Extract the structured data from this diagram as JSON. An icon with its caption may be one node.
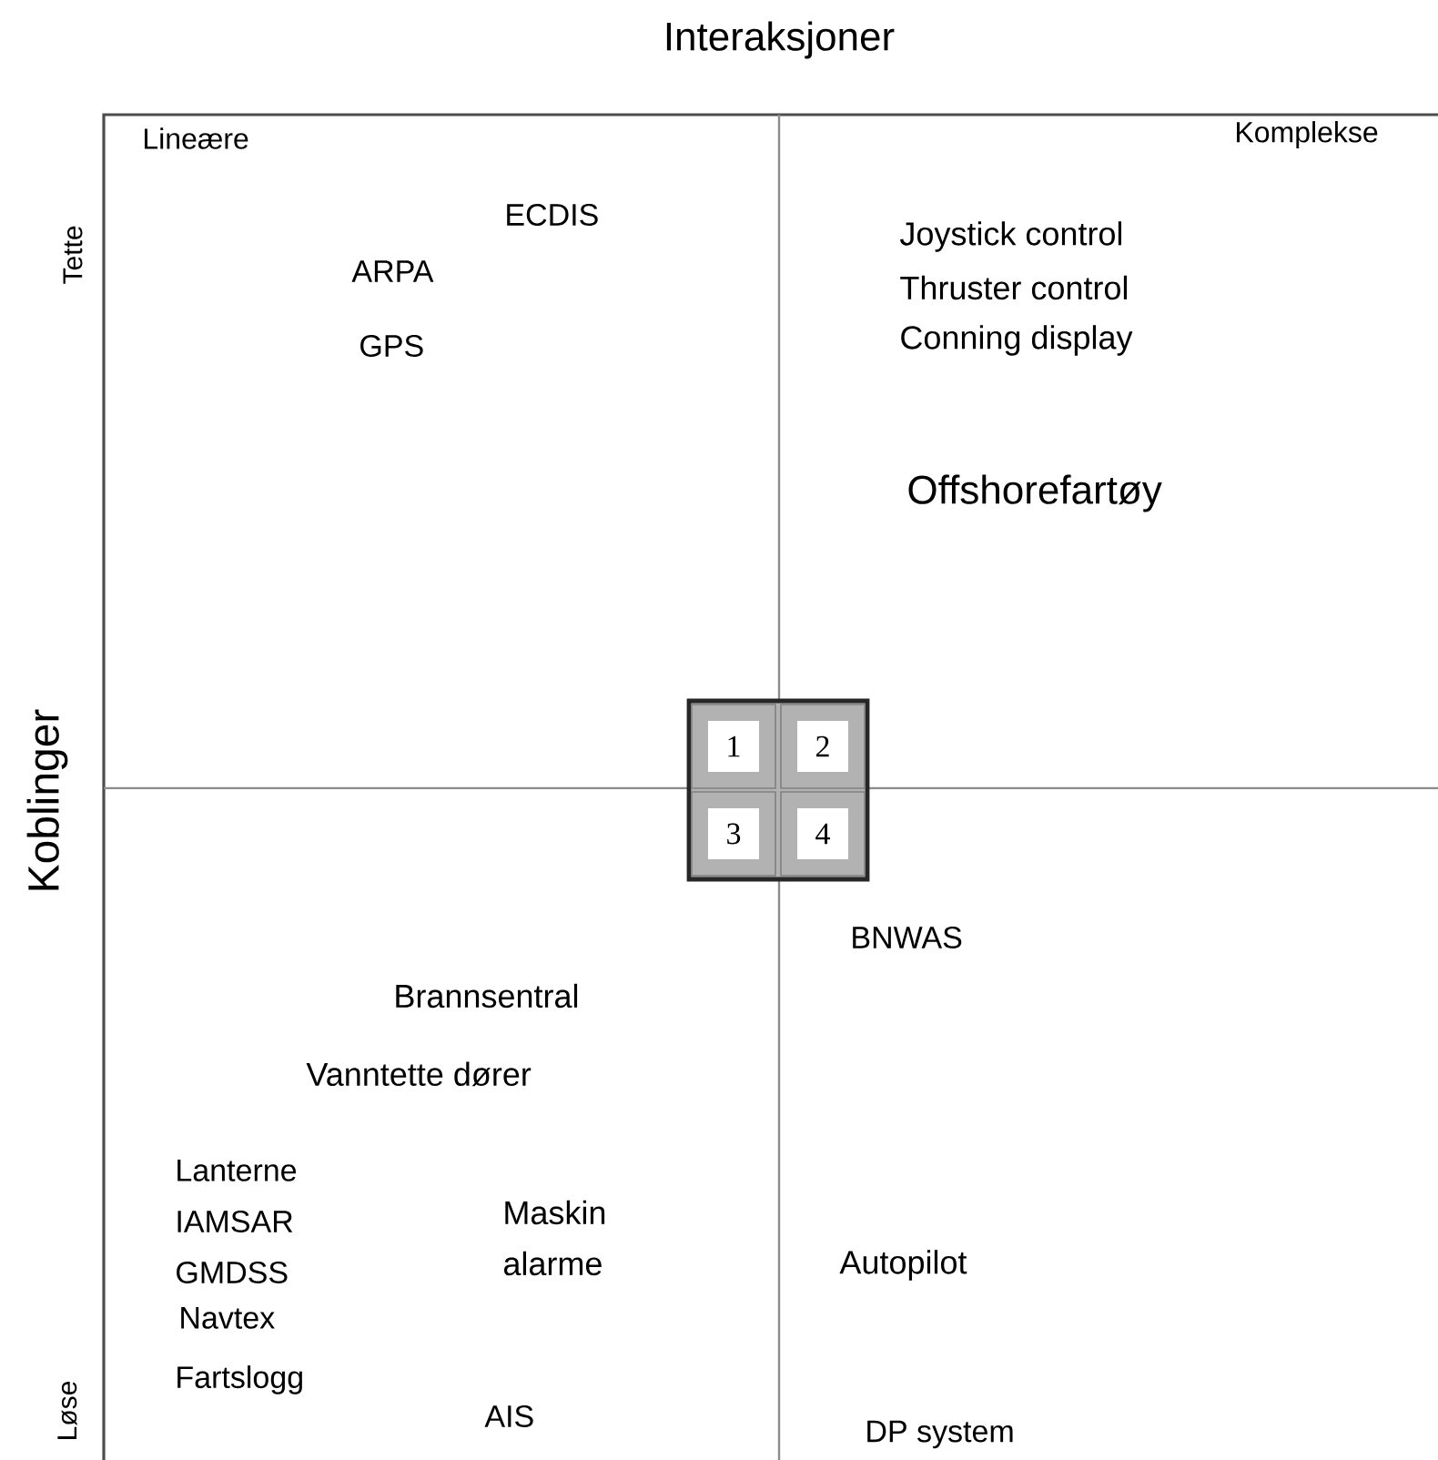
{
  "diagram": {
    "title": "Interaksjoner",
    "nodes": [
      {
        "text": [],
        "shape": "box"
      },
      {
        "text": [
          "1"
        ],
        "in": 0
      },
      {
        "text": [
          "2"
        ],
        "in": 0
      },
      {
        "text": [
          "3"
        ],
        "in": 0
      },
      {
        "text": [
          "4"
        ],
        "in": 0
      }
    ],
    "edges": [],
    "labels": [
      "Lineære",
      "Komplekse",
      "Tette",
      "ECDIS",
      "Joystick control",
      "ARPA",
      "Thruster control",
      "Conning display",
      "GPS",
      "Offshorefartøy",
      "Koblinger",
      "BNWAS",
      "Brannsentral",
      "Vanntette dører",
      "Lanterne",
      "Maskin alarme",
      "IAMSAR",
      "Autopilot",
      "GMDSS",
      "Navtex",
      "Fartslogg",
      "Løse",
      "AIS",
      "DP system"
    ]
  }
}
